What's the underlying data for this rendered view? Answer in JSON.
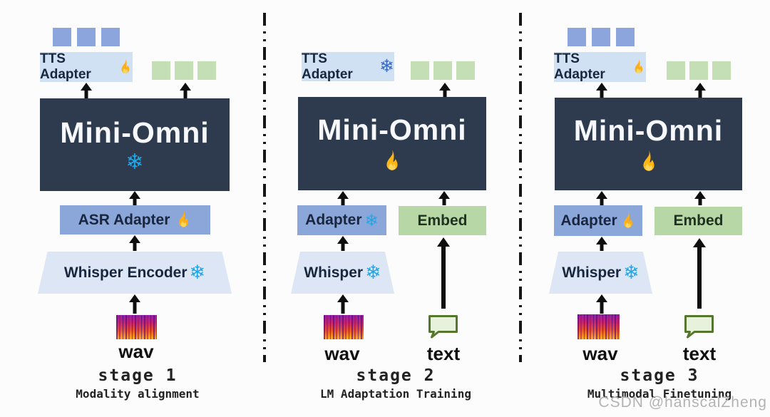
{
  "watermark": "CSDN @hanscalZheng",
  "icons": {
    "snowflake": "❄",
    "flame": "flame",
    "audio_token": "blue-square-token",
    "text_token": "green-square-token"
  },
  "colors": {
    "audio_token": "#8ca5dc",
    "text_token": "#c4dfb5",
    "tts_box": "#cfe1f3",
    "model_box": "#2e3b4e",
    "adapter_box": "#8ba6d9",
    "embed_box": "#b7d8a6",
    "encoder_box": "#dce6f4",
    "flame": "#ffb612",
    "snowflake_bright": "#21a6e6",
    "snowflake_dark": "#3b6ac6"
  },
  "stages": [
    {
      "caption": "stage 1",
      "subtitle": "Modality alignment",
      "tts_adapter": {
        "label": "TTS Adapter",
        "state": "trainable",
        "state_icon": "flame"
      },
      "model": {
        "label": "Mini-Omni",
        "state": "frozen",
        "state_icon": "snowflake"
      },
      "speech_adapter": {
        "label": "ASR Adapter",
        "state": "trainable",
        "state_icon": "flame"
      },
      "encoder": {
        "label": "Whisper Encoder",
        "state": "frozen",
        "state_icon": "snowflake"
      },
      "inputs": {
        "audio": "wav"
      },
      "outputs": {
        "audio_tokens": 3,
        "text_tokens": 3
      }
    },
    {
      "caption": "stage 2",
      "subtitle": "LM Adaptation Training",
      "tts_adapter": {
        "label": "TTS Adapter",
        "state": "frozen",
        "state_icon": "snowflake"
      },
      "model": {
        "label": "Mini-Omni",
        "state": "trainable",
        "state_icon": "flame"
      },
      "speech_adapter": {
        "label": "Adapter",
        "state": "frozen",
        "state_icon": "snowflake"
      },
      "text_embed": {
        "label": "Embed"
      },
      "encoder": {
        "label": "Whisper",
        "state": "frozen",
        "state_icon": "snowflake"
      },
      "inputs": {
        "audio": "wav",
        "text": "text"
      },
      "outputs": {
        "text_tokens": 3
      }
    },
    {
      "caption": "stage 3",
      "subtitle": "Multimodal Finetuning",
      "tts_adapter": {
        "label": "TTS Adapter",
        "state": "trainable",
        "state_icon": "flame"
      },
      "model": {
        "label": "Mini-Omni",
        "state": "trainable",
        "state_icon": "flame"
      },
      "speech_adapter": {
        "label": "Adapter",
        "state": "trainable",
        "state_icon": "flame"
      },
      "text_embed": {
        "label": "Embed"
      },
      "encoder": {
        "label": "Whisper",
        "state": "frozen",
        "state_icon": "snowflake"
      },
      "inputs": {
        "audio": "wav",
        "text": "text"
      },
      "outputs": {
        "audio_tokens": 3,
        "text_tokens": 3
      }
    }
  ]
}
